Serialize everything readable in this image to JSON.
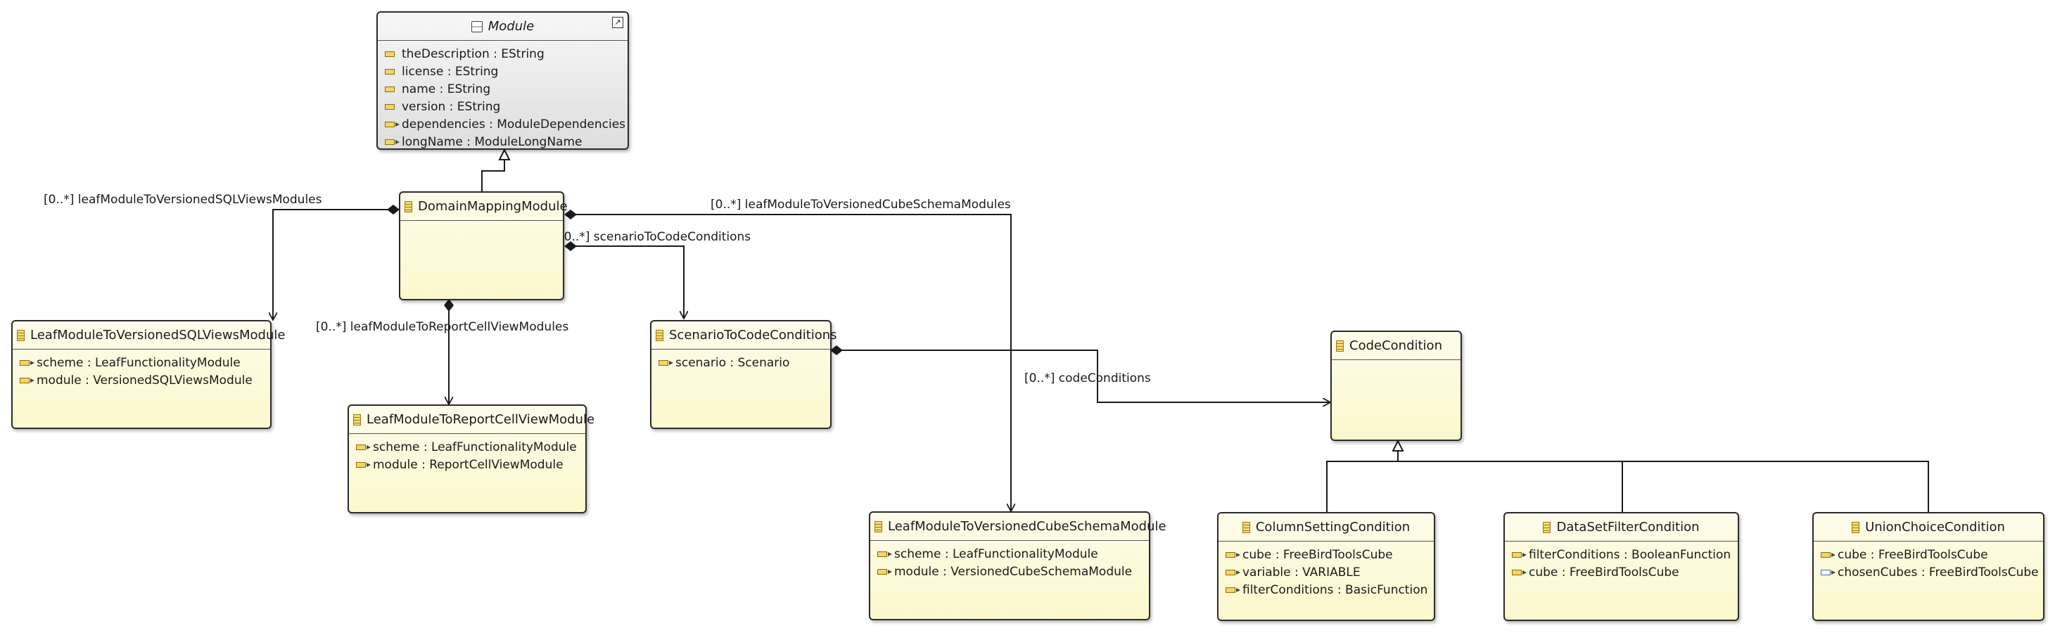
{
  "classes": {
    "module": {
      "name": "Module",
      "attributes": [
        "theDescription : EString",
        "license : EString",
        "name : EString",
        "version : EString",
        "dependencies : ModuleDependencies",
        "longName : ModuleLongName"
      ]
    },
    "domain_mapping_module": {
      "name": "DomainMappingModule"
    },
    "leaf_sql": {
      "name": "LeafModuleToVersionedSQLViewsModule",
      "attributes": [
        "scheme : LeafFunctionalityModule",
        "module : VersionedSQLViewsModule"
      ]
    },
    "leaf_report": {
      "name": "LeafModuleToReportCellViewModule",
      "attributes": [
        "scheme : LeafFunctionalityModule",
        "module : ReportCellViewModule"
      ]
    },
    "scenario_to_code": {
      "name": "ScenarioToCodeConditions",
      "attributes": [
        "scenario : Scenario"
      ]
    },
    "code_condition": {
      "name": "CodeCondition"
    },
    "leaf_cube": {
      "name": "LeafModuleToVersionedCubeSchemaModule",
      "attributes": [
        "scheme : LeafFunctionalityModule",
        "module : VersionedCubeSchemaModule"
      ]
    },
    "column_setting": {
      "name": "ColumnSettingCondition",
      "attributes": [
        "cube : FreeBirdToolsCube",
        "variable : VARIABLE",
        "filterConditions : BasicFunction"
      ]
    },
    "dataset_filter": {
      "name": "DataSetFilterCondition",
      "attributes": [
        "filterConditions : BooleanFunction",
        "cube : FreeBirdToolsCube"
      ]
    },
    "union_choice": {
      "name": "UnionChoiceCondition",
      "attributes": [
        "cube : FreeBirdToolsCube",
        "chosenCubes : FreeBirdToolsCube"
      ]
    }
  },
  "associations": {
    "sql_views": "[0..*] leafModuleToVersionedSQLViewsModules",
    "cube_schema": "[0..*] leafModuleToVersionedCubeSchemaModules",
    "scenario": "[0..*] scenarioToCodeConditions",
    "report_cell": "[0..*] leafModuleToReportCellViewModules",
    "code_conditions": "[0..*] codeConditions"
  }
}
